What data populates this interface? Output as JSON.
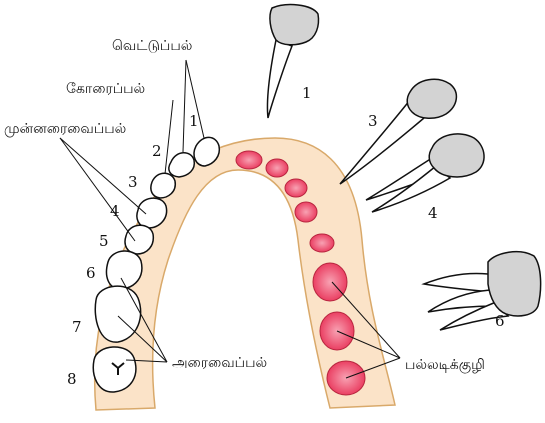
{
  "labels": {
    "incisor": "வெட்டுப்பல்",
    "canine": "கோரைப்பல்",
    "premolar": "முன்னரைவைப்பல்",
    "molar": "அரைவைப்பல்",
    "socket": "பல்லடிக்குழி"
  },
  "numbers": {
    "arch": [
      "1",
      "2",
      "3",
      "4",
      "5",
      "6",
      "7",
      "8"
    ],
    "detached": [
      "1",
      "3",
      "4",
      "6"
    ]
  },
  "colors": {
    "gum": "#fbe3c8",
    "gum_outline": "#d9a96a",
    "socket_fill": "#f0506e",
    "socket_outline": "#b8263f",
    "tooth_fill": "#ffffff",
    "tooth_shade": "#cfcfcf",
    "line": "#111111"
  }
}
